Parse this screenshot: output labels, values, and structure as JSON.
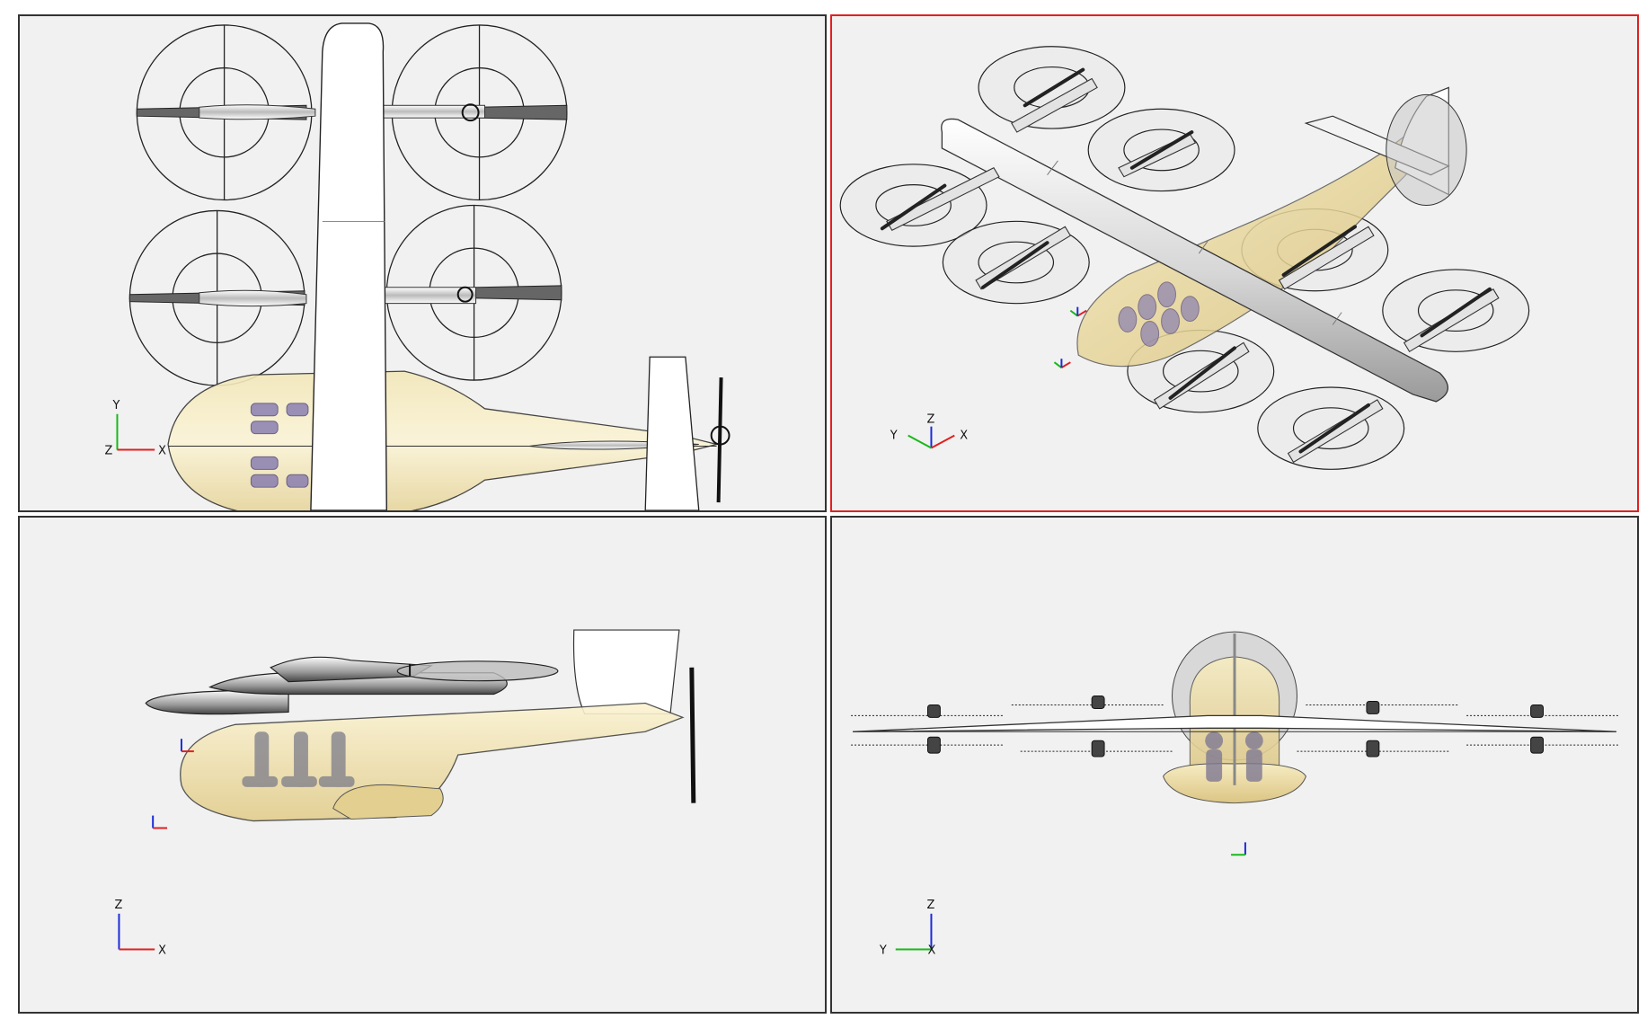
{
  "viewports": [
    {
      "id": "top",
      "view": "top",
      "active": false,
      "axes": {
        "vertical": "Y",
        "horizontal": "X",
        "depth": "Z"
      }
    },
    {
      "id": "iso",
      "view": "iso",
      "active": true,
      "axes": {
        "left": "Y",
        "vertical": "Z",
        "right": "X"
      }
    },
    {
      "id": "side",
      "view": "side",
      "active": false,
      "axes": {
        "vertical": "Z",
        "horizontal": "X"
      }
    },
    {
      "id": "front",
      "view": "front",
      "active": false,
      "axes": {
        "vertical": "Z",
        "horizontal": "Y",
        "depth": "X"
      }
    }
  ],
  "colors": {
    "viewport_bg": "#f1f1f1",
    "viewport_border": "#333333",
    "active_border": "#e02020",
    "axis_x": "#e02020",
    "axis_y": "#18b818",
    "axis_z": "#1a2bd8",
    "fuselage_fill": "#eee0aa",
    "wing_fill": "#ffffff"
  }
}
